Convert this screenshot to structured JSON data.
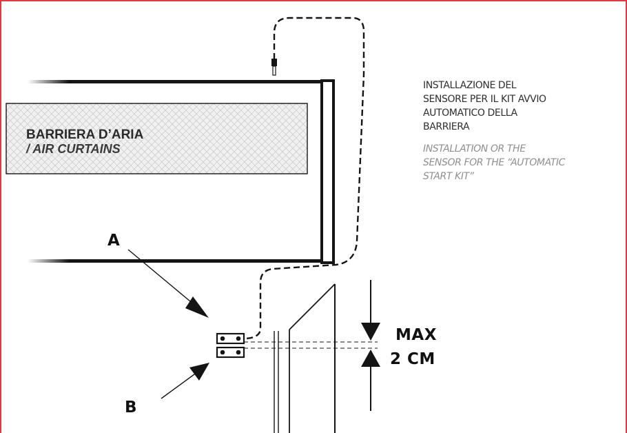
{
  "air_curtain": {
    "name_it": "BARRIERA D’ARIA",
    "name_en": "/ AIR CURTAINS"
  },
  "caption": {
    "italian_lines": [
      "INSTALLAZIONE DEL",
      "SENSORE PER IL KIT AVVIO",
      "AUTOMATICO DELLA",
      "BARRIERA"
    ],
    "english_lines": [
      "INSTALLATION OR THE",
      "SENSOR FOR THE “AUTOMATIC",
      "START KIT”"
    ]
  },
  "labels": {
    "part_a": "A",
    "part_b": "B"
  },
  "dimension": {
    "line1": "MAX",
    "line2": "2 CM"
  },
  "colors": {
    "frame_border": "#e0393e",
    "stroke": "#141414",
    "hatch": "#c9c9c9"
  }
}
